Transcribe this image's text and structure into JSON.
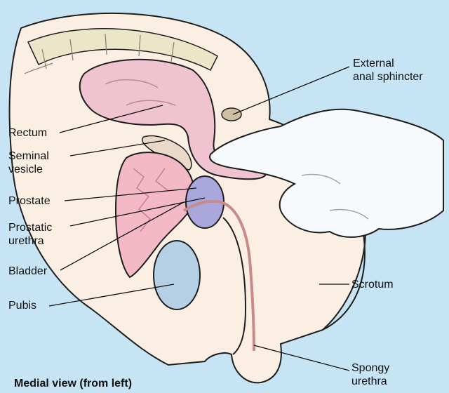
{
  "labels": {
    "external_anal_sphincter": [
      "External",
      "anal sphincter"
    ],
    "rectum": "Rectum",
    "seminal_vesicle": [
      "Seminal",
      "vesicle"
    ],
    "prostate": "Prostate",
    "prostatic_urethra": [
      "Prostatic",
      "urethra"
    ],
    "bladder": "Bladder",
    "pubis": "Pubis",
    "scrotum": "Scrotum",
    "spongy_urethra": [
      "Spongy",
      "urethra"
    ]
  },
  "caption": "Medial view (from left)",
  "colors": {
    "background": "#c6e4f4",
    "body": "#fbefe3",
    "rectum": "#efc3d0",
    "bladder": "#f3b9c6",
    "prostate": "#a9a7dc",
    "pubis": "#b6d0e6",
    "glove": "#f7fafc",
    "sacrum": "#ece6c8"
  }
}
